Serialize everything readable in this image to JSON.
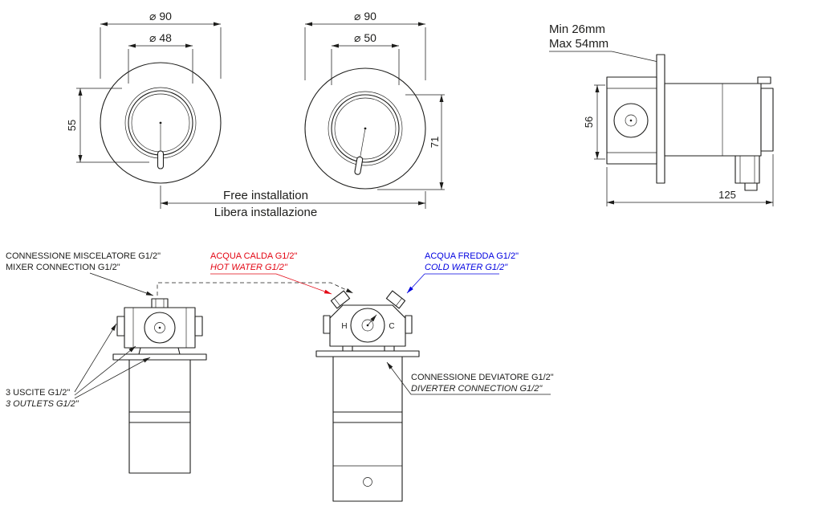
{
  "colors": {
    "line": "#1d1d1b",
    "hot": "#e30613",
    "cold": "#0000e0",
    "bg": "#ffffff"
  },
  "front_view_small": {
    "dia_outer": "⌀ 90",
    "dia_knob": "⌀ 48",
    "height": "55"
  },
  "front_view_large": {
    "dia_outer": "⌀ 90",
    "dia_knob": "⌀ 50",
    "height": "71"
  },
  "installation_note": {
    "en": "Free installation",
    "it": "Libera installazione"
  },
  "side_view": {
    "depth_min": "Min 26mm",
    "depth_max": "Max 54mm",
    "height": "56",
    "length": "125"
  },
  "mixer_valve": {
    "connection_it": "CONNESSIONE MISCELATORE G1/2\"",
    "connection_en": "MIXER CONNECTION G1/2\"",
    "outlets_it": "3 USCITE G1/2\"",
    "outlets_en": "3 OUTLETS G1/2\""
  },
  "diverter_valve": {
    "hot_it": "ACQUA CALDA G1/2\"",
    "hot_en": "HOT WATER G1/2\"",
    "cold_it": "ACQUA FREDDA G1/2\"",
    "cold_en": "COLD WATER G1/2\"",
    "connection_it": "CONNESSIONE DEVIATORE G1/2\"",
    "connection_en": "DIVERTER CONNECTION G1/2\"",
    "hot_marker": "H",
    "cold_marker": "C"
  }
}
